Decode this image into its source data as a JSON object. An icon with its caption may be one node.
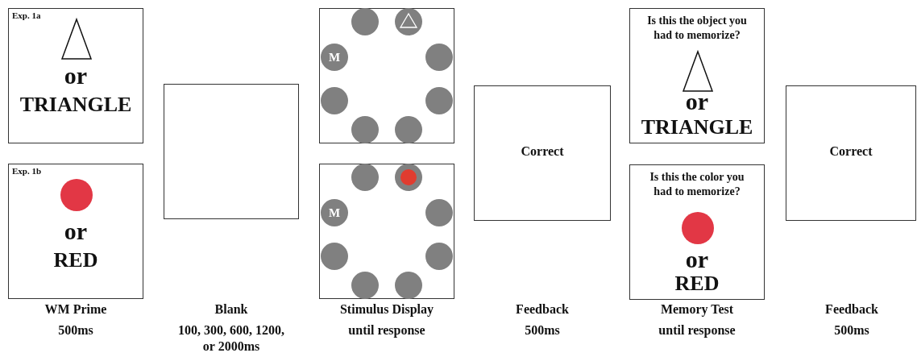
{
  "diagram": {
    "nodes": [
      {
        "text": [
          "Exp. 1a",
          "or",
          "TRIANGLE"
        ]
      },
      {
        "text": [
          "Exp. 1b",
          "or",
          "RED"
        ]
      },
      {
        "text": [],
        "shape": "box"
      },
      {
        "text": [],
        "shape": "box"
      },
      {
        "text": [],
        "shape": "circle",
        "in": 3
      },
      {
        "text": [],
        "shape": "circle",
        "in": 3
      },
      {
        "text": [
          "M"
        ],
        "in": 3
      },
      {
        "text": [],
        "shape": "circle",
        "in": 3
      },
      {
        "text": [],
        "shape": "circle",
        "in": 3
      },
      {
        "text": [],
        "shape": "circle",
        "in": 3
      },
      {
        "text": [],
        "shape": "circle",
        "in": 3
      },
      {
        "text": [],
        "shape": "circle",
        "in": 3
      },
      {
        "text": [],
        "shape": "box"
      },
      {
        "text": [],
        "shape": "circle",
        "in": 12
      },
      {
        "text": [],
        "shape": "circle",
        "in": 12
      },
      {
        "text": [
          "M"
        ],
        "in": 12
      },
      {
        "text": [],
        "shape": "circle",
        "in": 12
      },
      {
        "text": [],
        "shape": "circle",
        "in": 12
      },
      {
        "text": [],
        "shape": "circle",
        "in": 12
      },
      {
        "text": [],
        "shape": "circle",
        "in": 12
      },
      {
        "text": [],
        "shape": "circle",
        "in": 12
      },
      {
        "text": [
          "Correct"
        ]
      },
      {
        "text": [
          "Is this the object you had to memorize?",
          "or",
          "TRIANGLE"
        ]
      },
      {
        "text": [
          "Is this the color you had to memorize?",
          "or",
          "RED"
        ]
      },
      {
        "text": [
          "Correct"
        ]
      }
    ],
    "labels": [
      "WM Prime",
      "Blank",
      "Stimulus Display",
      "Feedback",
      "Memory Test",
      "Feedback",
      "500ms",
      "100, 300, 600, 1200, or 2000ms",
      "until response",
      "500ms",
      "until response",
      "500ms"
    ]
  }
}
